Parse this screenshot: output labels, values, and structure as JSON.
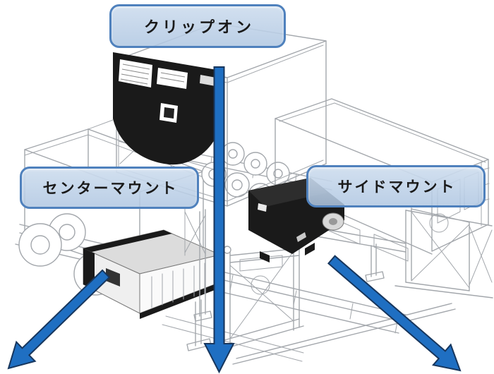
{
  "labels": {
    "clip_on": "クリップオン",
    "center_mount": "センターマウント",
    "side_mount": "サイドマウント"
  },
  "arrows": [
    {
      "name": "clip-on-arrow",
      "direction": "down"
    },
    {
      "name": "center-mount-arrow",
      "direction": "down-left"
    },
    {
      "name": "side-mount-arrow",
      "direction": "down-right"
    }
  ],
  "colors": {
    "background": "#ffffff",
    "label_fill": "#b8cce4",
    "label_border": "#4f81bd",
    "label_text": "#1a1a1a",
    "arrow_fill": "#1f6fc2",
    "arrow_outline": "#17365d",
    "line_art": "#a3a7ac",
    "unit_dark": "#1a1a1a"
  },
  "diagram": {
    "type": "isometric line drawing",
    "subject": "reefer unit mounting positions on trailers"
  }
}
